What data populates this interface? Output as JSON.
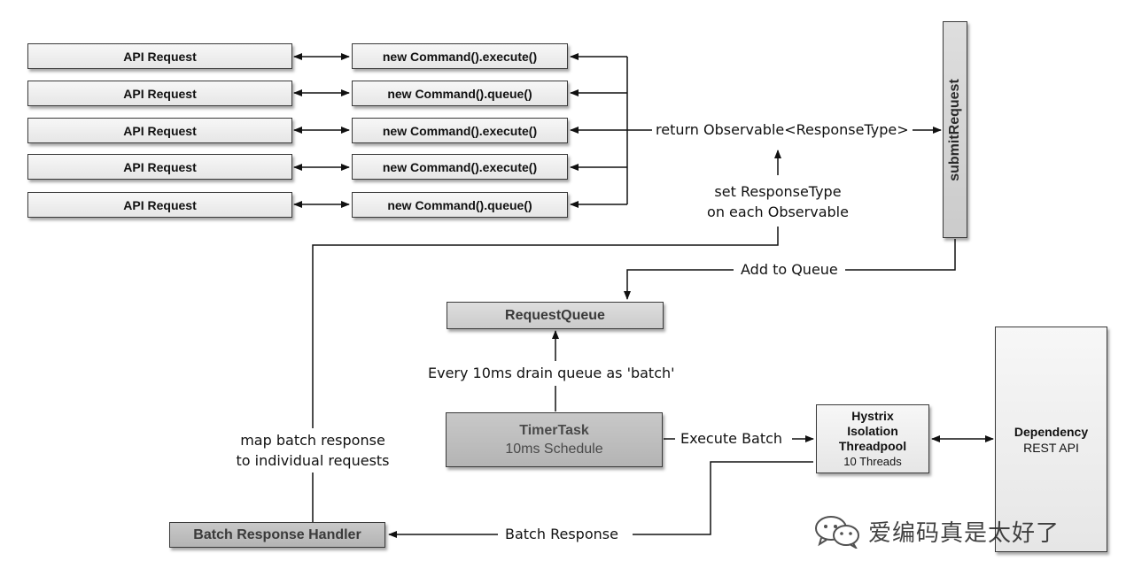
{
  "api_requests": [
    "API Request",
    "API Request",
    "API Request",
    "API Request",
    "API Request"
  ],
  "commands": [
    "new Command().execute()",
    "new Command().queue()",
    "new Command().execute()",
    "new Command().execute()",
    "new Command().queue()"
  ],
  "submit_request": "submitRequest",
  "labels": {
    "return_observable": "return Observable<ResponseType>",
    "set_response_line1": "set ResponseType",
    "set_response_line2": "on each Observable",
    "add_to_queue": "Add to Queue",
    "drain_queue": "Every 10ms drain queue as 'batch'",
    "execute_batch": "Execute Batch",
    "map_batch_line1": "map batch response",
    "map_batch_line2": "to individual requests",
    "batch_response": "Batch Response"
  },
  "request_queue": "RequestQueue",
  "timer_task": {
    "title": "TimerTask",
    "subtitle": "10ms Schedule"
  },
  "threadpool": {
    "line1": "Hystrix",
    "line2": "Isolation",
    "line3": "Threadpool",
    "line4": "10 Threads"
  },
  "dependency": {
    "title": "Dependency",
    "subtitle": "REST API"
  },
  "batch_handler": "Batch Response Handler",
  "watermark": "爱编码真是太好了"
}
